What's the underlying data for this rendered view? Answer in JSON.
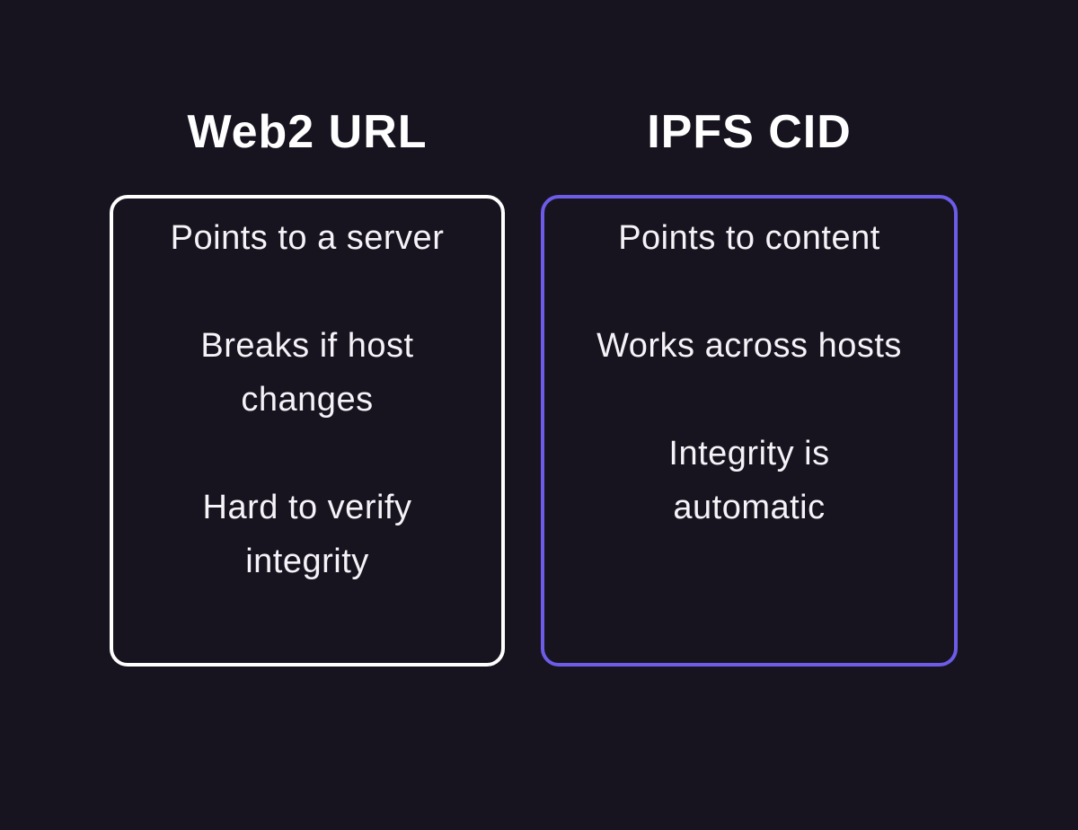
{
  "colors": {
    "background": "#17141f",
    "title_text": "#ffffff",
    "body_text": "#f5f3f8",
    "web2_card_border": "#ffffff",
    "ipfs_card_border": "#6c5ce8"
  },
  "columns": [
    {
      "title": "Web2 URL",
      "items": [
        "Points to a server",
        "Breaks if host\nchanges",
        "Hard to verify\nintegrity"
      ]
    },
    {
      "title": "IPFS CID",
      "items": [
        "Points to content",
        "Works across hosts",
        "Integrity is\nautomatic"
      ]
    }
  ]
}
